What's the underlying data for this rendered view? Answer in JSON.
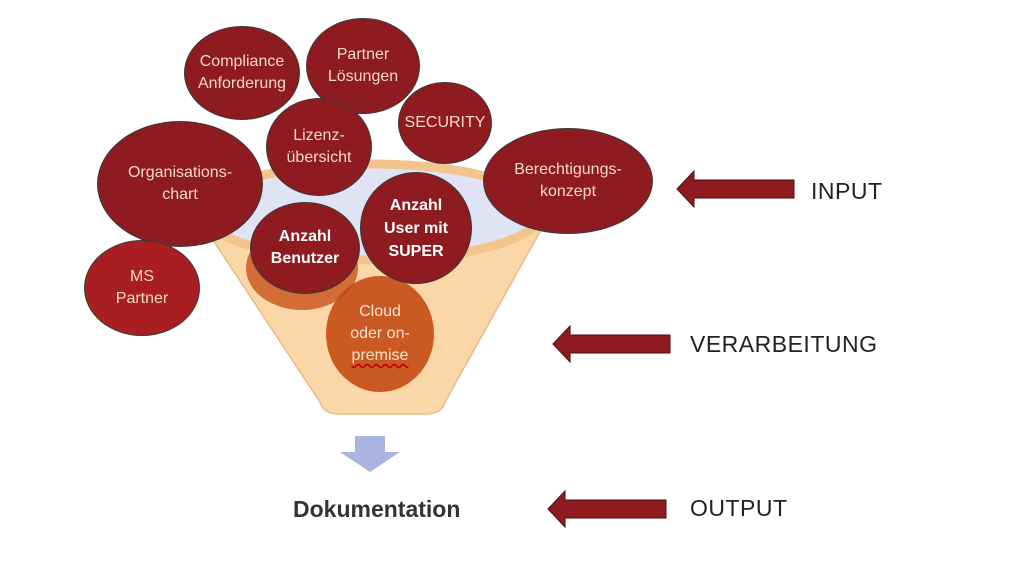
{
  "colors": {
    "bubble_dark": "#8e1b1f",
    "bubble_bright": "#a91e20",
    "bubble_text": "#f7d9c4",
    "funnel_fill": "#fbd7a8",
    "funnel_rim": "#dfe3f3",
    "orange_bubble": "#c44811",
    "arrow_red": "#8e1b1f",
    "down_arrow": "#a9b4e0"
  },
  "bubbles": {
    "compliance": "Compliance\nAnforderung",
    "partner_loesungen": "Partner\nLösungen",
    "security": "SECURITY",
    "lizenz": "Lizenz-\nübersicht",
    "organisation": "Organisations-\nchart",
    "berechtigung": "Berechtigungs-\nkonzept",
    "ms_partner": "MS\nPartner",
    "anzahl_benutzer": "Anzahl\nBenutzer",
    "anzahl_user_super": "Anzahl\nUser mit\nSUPER",
    "cloud_line1": "Cloud\noder on-",
    "cloud_line2": "premise"
  },
  "labels": {
    "input": "INPUT",
    "verarbeitung": "VERARBEITUNG",
    "output": "OUTPUT",
    "dokumentation": "Dokumentation"
  }
}
